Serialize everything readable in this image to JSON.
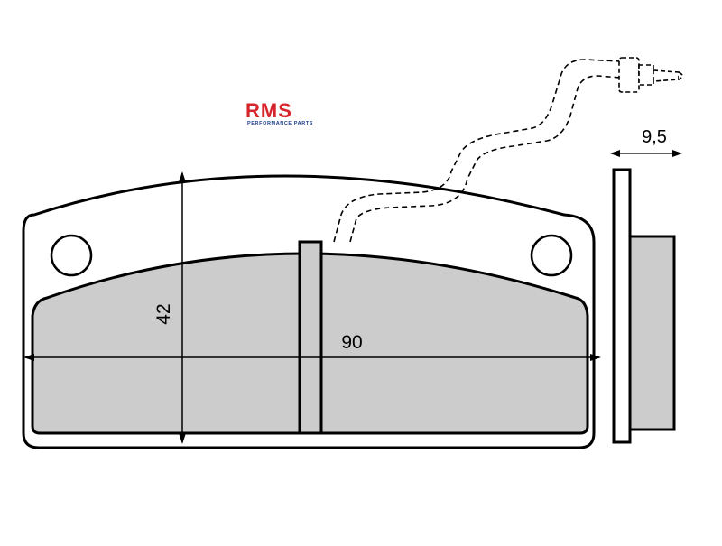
{
  "logo": {
    "brand": "RMS",
    "tagline": "PERFORMANCE PARTS",
    "colors": {
      "red": "#d7262b",
      "blue": "#1f3f8f"
    }
  },
  "dimensions": {
    "width": "90",
    "height": "42",
    "thickness": "9,5"
  },
  "colors": {
    "pad_fill": "#cccccc",
    "outline": "#000000",
    "background": "#ffffff"
  },
  "icons": {
    "arrow_both": "double-headed-arrow-icon"
  }
}
